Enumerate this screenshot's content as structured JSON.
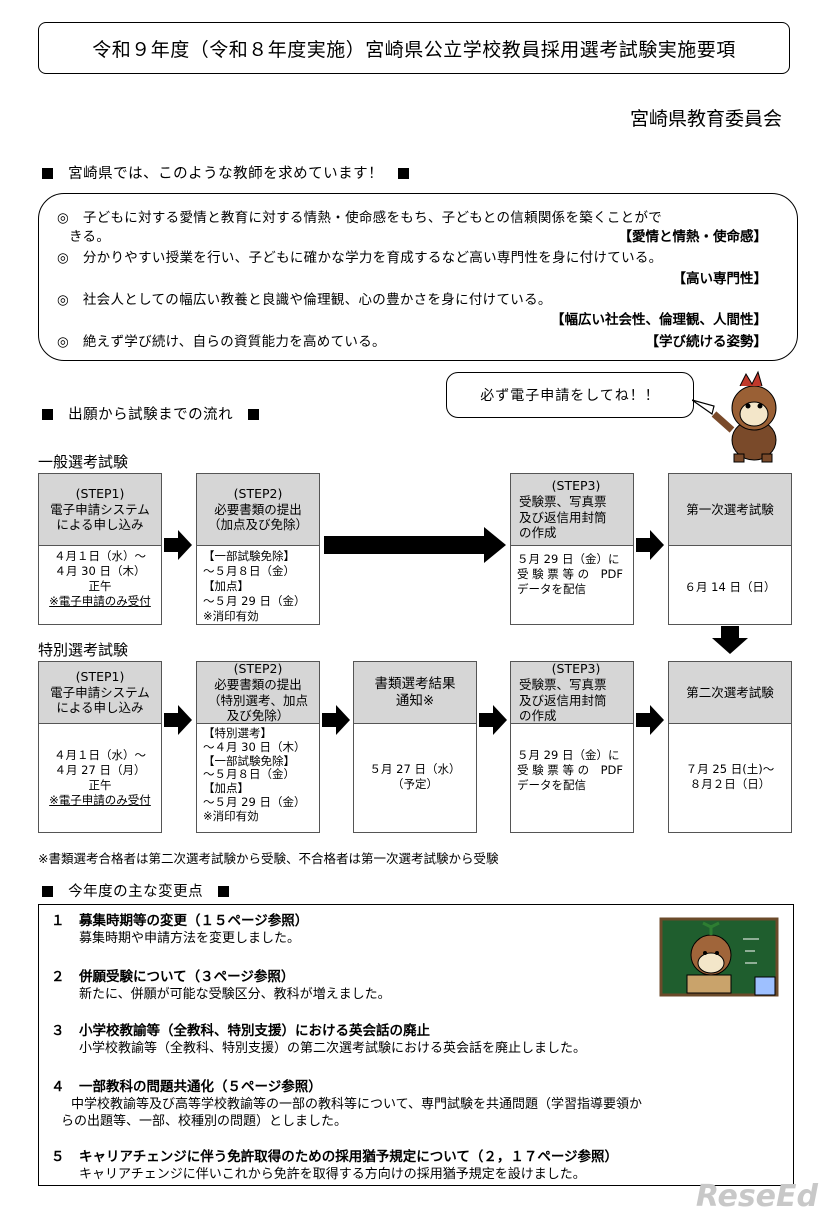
{
  "title": "令和９年度（令和８年度実施）宮崎県公立学校教員採用選考試験実施要項",
  "organization": "宮崎県教育委員会",
  "ideal": {
    "heading": "宮崎県では、このような教師を求めています！",
    "items": [
      {
        "line1": "◎　子どもに対する愛情と教育に対する情熱・使命感をもち、子どもとの信頼関係を築くことがで",
        "line2": "きる。",
        "tag": "【愛情と情熱・使命感】"
      },
      {
        "line1": "◎　分かりやすい授業を行い、子どもに確かな学力を育成するなど高い専門性を身に付けている。",
        "tag": "【高い専門性】"
      },
      {
        "line1": "◎　社会人としての幅広い教養と良識や倫理観、心の豊かさを身に付けている。",
        "tag": "【幅広い社会性、倫理観、人間性】"
      },
      {
        "line1": "◎　絶えず学び続け、自らの資質能力を高めている。",
        "tag": "【学び続ける姿勢】"
      }
    ]
  },
  "flow": {
    "heading": "出願から試験までの流れ",
    "bubble": "必ず電子申請をしてね！！",
    "general": {
      "label": "一般選考試験",
      "step1": {
        "h1": "(STEP1)",
        "h2": "電子申請システム",
        "h3": "による申し込み",
        "b1": "４月１日（水）～",
        "b2": "４月 30 日（木）",
        "b3": "正午",
        "b4": "※電子申請のみ受付"
      },
      "step2": {
        "h1": "(STEP2)",
        "h2": "必要書類の提出",
        "h3": "（加点及び免除）",
        "b1": "【一部試験免除】",
        "b2": "～５月８日（金）",
        "b3": "【加点】",
        "b4": "～５月 29 日（金）",
        "b5": "※消印有効"
      },
      "step3": {
        "h1": "(STEP3)",
        "h2": "受験票、写真票",
        "h3": "及び返信用封筒",
        "h4": "の作成",
        "b1": "５月 29 日（金）に",
        "b2": "受 験 票 等 の　PDF",
        "b3": "データを配信"
      },
      "exam": {
        "h": "第一次選考試験",
        "b": "６月 14 日（日）"
      }
    },
    "special": {
      "label": "特別選考試験",
      "step1": {
        "h1": "(STEP1)",
        "h2": "電子申請システム",
        "h3": "による申し込み",
        "b1": "４月１日（水）～",
        "b2": "４月 27 日（月）",
        "b3": "正午",
        "b4": "※電子申請のみ受付"
      },
      "step2": {
        "h1": "(STEP2)",
        "h2": "必要書類の提出",
        "h3": "（特別選考、加点",
        "h4": "及び免除）",
        "b1": "【特別選考】",
        "b2": "～４月 30 日（木）",
        "b3": "【一部試験免除】",
        "b4": "～５月８日（金）",
        "b5": "【加点】",
        "b6": "～５月 29 日（金）",
        "b7": "※消印有効"
      },
      "result": {
        "h1": "書類選考結果",
        "h2": "通知※",
        "b1": "５月 27 日（水）",
        "b2": "（予定）"
      },
      "step3": {
        "h1": "(STEP3)",
        "h2": "受験票、写真票",
        "h3": "及び返信用封筒",
        "h4": "の作成",
        "b1": "５月 29 日（金）に",
        "b2": "受 験 票 等 の　PDF",
        "b3": "データを配信"
      },
      "exam": {
        "h": "第二次選考試験",
        "b1": "７月 25 日(土)～",
        "b2": "８月２日（日）"
      }
    },
    "note": "※書類選考合格者は第二次選考試験から受験、不合格者は第一次選考試験から受験"
  },
  "changes": {
    "heading": "今年度の主な変更点",
    "items": [
      {
        "num": "１",
        "title": "募集時期等の変更（１５ページ参照）",
        "body": [
          "募集時期や申請方法を変更しました。"
        ]
      },
      {
        "num": "２",
        "title": "併願受験について（３ページ参照）",
        "body": [
          "新たに、併願が可能な受験区分、教科が増えました。"
        ]
      },
      {
        "num": "３",
        "title": "小学校教諭等（全教科、特別支援）における英会話の廃止",
        "body": [
          "小学校教諭等（全教科、特別支援）の第二次選考試験における英会話を廃止しました。"
        ]
      },
      {
        "num": "４",
        "title": "一部教科の問題共通化（５ページ参照）",
        "body": [
          "中学校教諭等及び高等学校教諭等の一部の教科等について、専門試験を共通問題（学習指導要領か",
          "らの出題等、一部、校種別の問題）としました。"
        ]
      },
      {
        "num": "５",
        "title": "キャリアチェンジに伴う免許取得のための採用猶予規定について（２，１７ページ参照）",
        "body": [
          "キャリアチェンジに伴いこれから免許を取得する方向けの採用猶予規定を設けました。"
        ]
      }
    ]
  },
  "watermark": "ReseEd"
}
